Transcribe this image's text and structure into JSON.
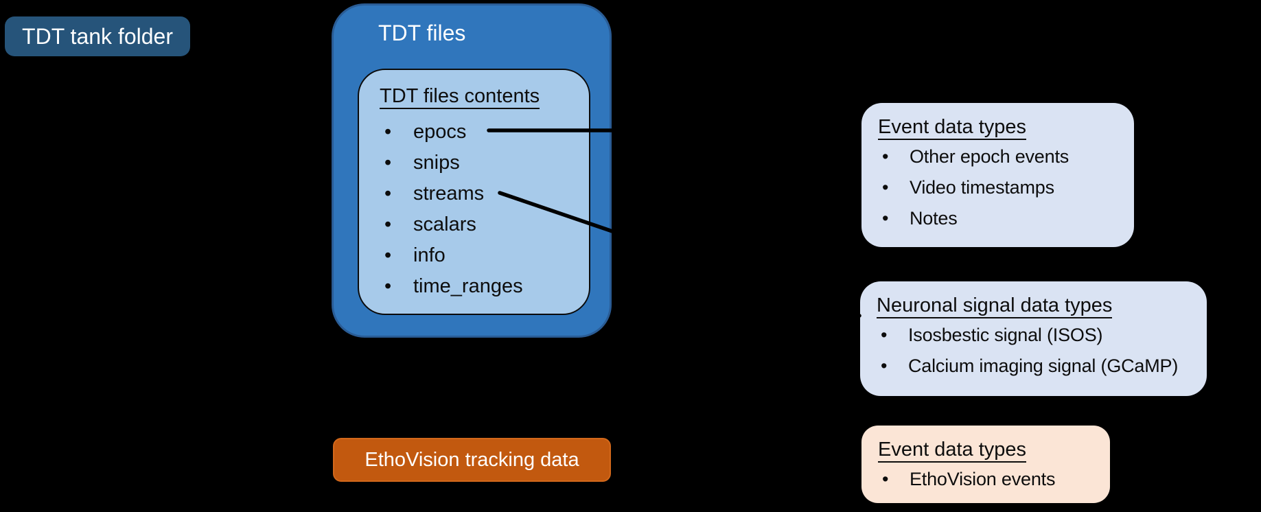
{
  "diagram": {
    "background_color": "#000000",
    "boxes": {
      "tank_folder": {
        "label": "TDT tank folder",
        "fill": "#26547A",
        "text_color": "#FFFFFF"
      },
      "tdt_files": {
        "title": "TDT files",
        "fill": "#3076BC",
        "border_color": "#2A5C95",
        "text_color": "#FFFFFF",
        "contents": {
          "title": "TDT files contents",
          "fill": "#A7CAEA",
          "border_color": "#000000",
          "items": [
            "epocs",
            "snips",
            "streams",
            "scalars",
            "info",
            "time_ranges"
          ]
        }
      },
      "event_types_tdt": {
        "title": "Event data types",
        "fill": "#DAE3F3",
        "items": [
          "Other epoch events",
          "Video timestamps",
          "Notes"
        ]
      },
      "neuronal": {
        "title": "Neuronal signal data types",
        "fill": "#DAE3F3",
        "items": [
          "Isosbestic signal (ISOS)",
          "Calcium imaging signal (GCaMP)"
        ]
      },
      "ethovision": {
        "label": "EthoVision tracking data",
        "fill": "#C2590F",
        "border_color": "#D2681B",
        "text_color": "#FFFFFF"
      },
      "event_types_etho": {
        "title": "Event data types",
        "fill": "#FBE5D6",
        "items": [
          "EthoVision events"
        ]
      }
    },
    "connectors": [
      {
        "name": "epocs-to-event-data-types",
        "from": "epocs",
        "to": "event_types_tdt",
        "color": "#000000"
      },
      {
        "name": "streams-to-neuronal-signal",
        "from": "streams",
        "to": "neuronal",
        "color": "#000000"
      }
    ]
  }
}
